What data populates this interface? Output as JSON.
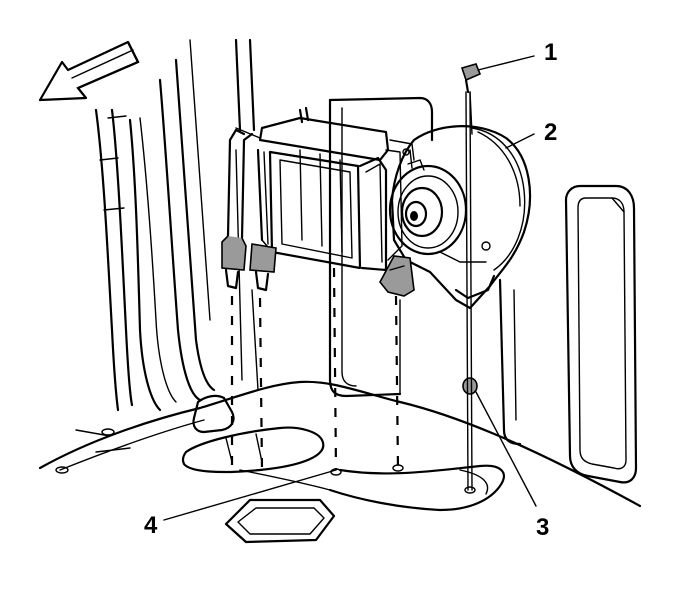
{
  "callouts": [
    {
      "id": "1",
      "label": "1"
    },
    {
      "id": "2",
      "label": "2"
    },
    {
      "id": "3",
      "label": "3"
    },
    {
      "id": "4",
      "label": "4"
    }
  ],
  "colors": {
    "line": "#000000",
    "shade": "#d9d9d9",
    "background": "#ffffff"
  },
  "icons": {
    "direction": "forward-arrow-icon"
  }
}
